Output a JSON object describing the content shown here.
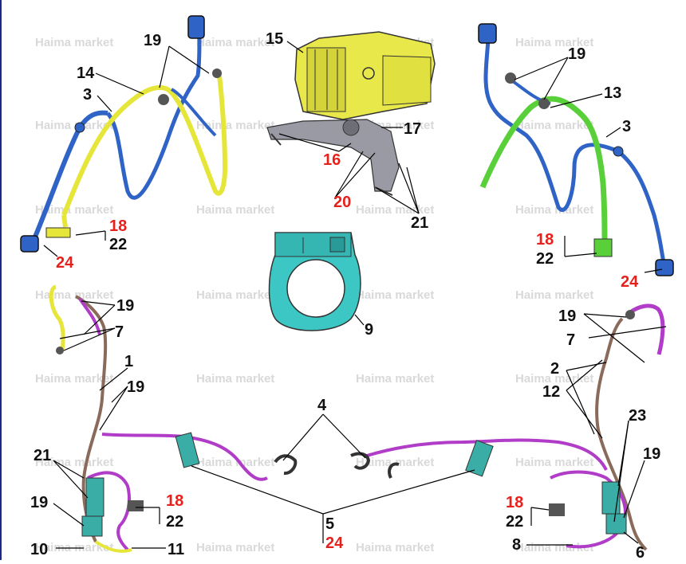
{
  "watermark": "Haima market",
  "colors": {
    "label_black": "#111111",
    "label_red": "#e8201c",
    "blue_harness": "#2f63c6",
    "yellow_harness": "#e6e63a",
    "green_harness": "#59d03a",
    "purple_harness": "#b03cc8",
    "brown_harness": "#8a6a5a",
    "abs_module": "#e8e84a",
    "ring_sensor": "#3cc7c4",
    "connector": "#3aaea6"
  },
  "labels": {
    "n1": "1",
    "n2": "2",
    "n3": "3",
    "n4": "4",
    "n5": "5",
    "n6": "6",
    "n7": "7",
    "n8": "8",
    "n9": "9",
    "n10": "10",
    "n11": "11",
    "n12": "12",
    "n13": "13",
    "n14": "14",
    "n15": "15",
    "n16": "16",
    "n17": "17",
    "n18": "18",
    "n19": "19",
    "n20": "20",
    "n21": "21",
    "n22": "22",
    "n23": "23",
    "n24": "24"
  }
}
